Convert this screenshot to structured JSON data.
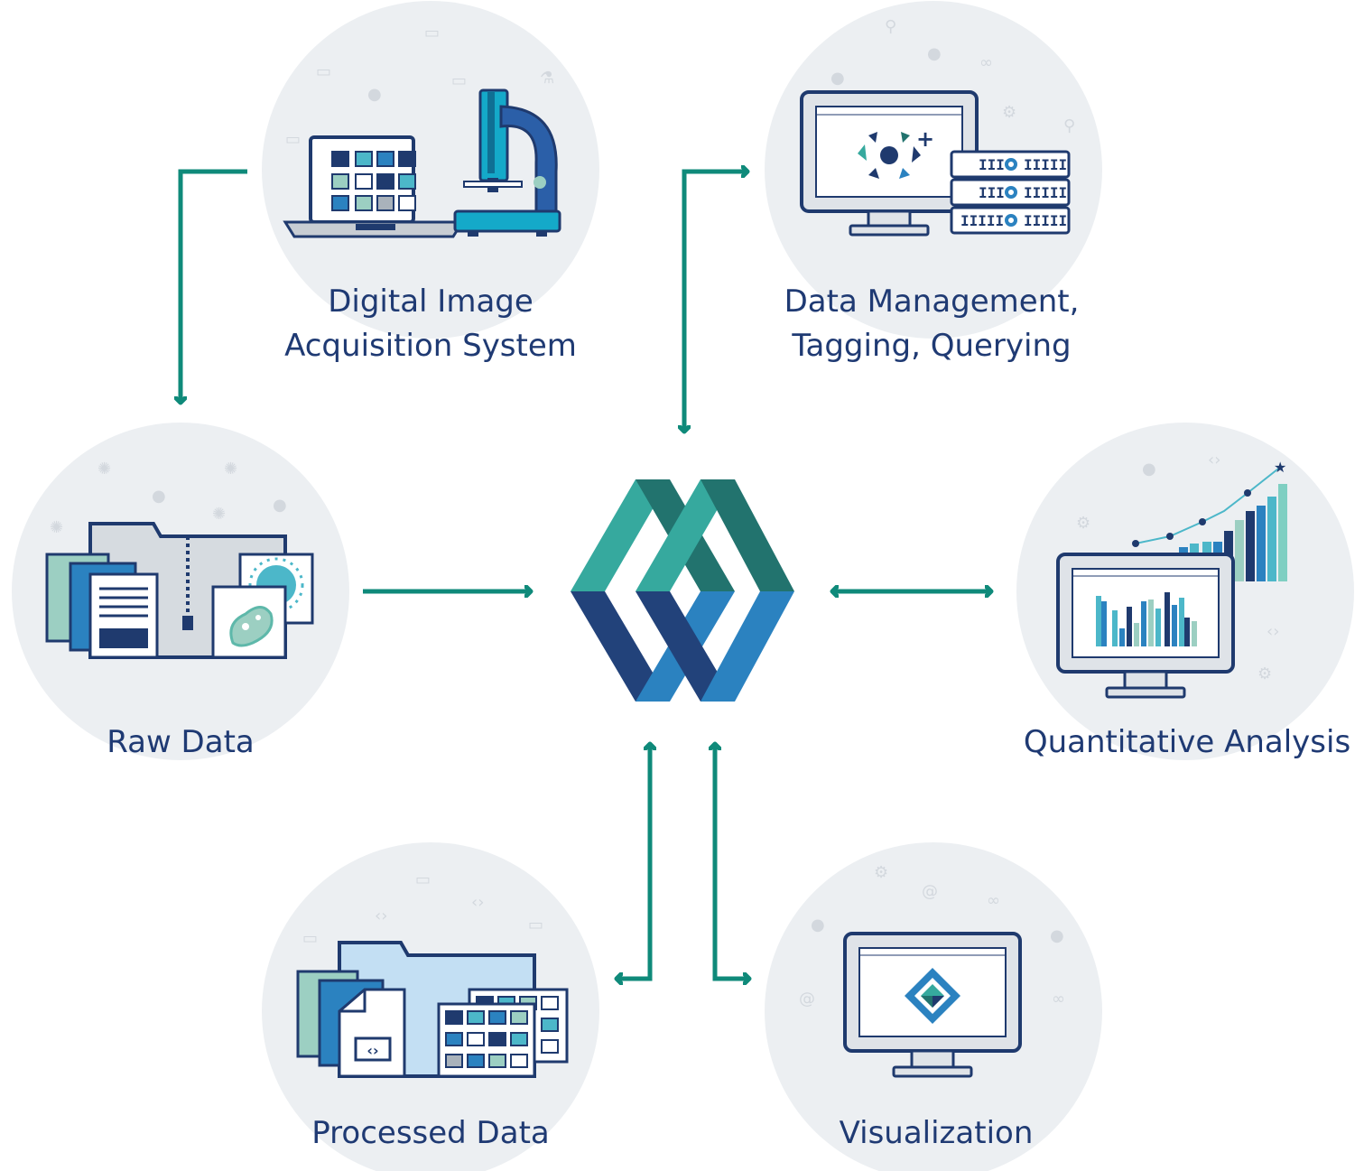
{
  "nodes": {
    "acquisition": {
      "line1": "Digital Image",
      "line2": "Acquisition System",
      "icon": "laptop-microscope-icon"
    },
    "data_management": {
      "line1": "Data Management,",
      "line2": "Tagging, Querying",
      "icon": "monitor-server-icon"
    },
    "raw_data": {
      "label": "Raw Data",
      "icon": "folder-raw-files-icon"
    },
    "quantitative_analysis": {
      "label": "Quantitative Analysis",
      "icon": "monitor-bar-chart-icon"
    },
    "processed_data": {
      "label": "Processed Data",
      "icon": "folder-processed-files-icon"
    },
    "visualization": {
      "label": "Visualization",
      "icon": "monitor-diamond-icon"
    }
  },
  "hub": {
    "icon": "platform-logo-icon"
  },
  "colors": {
    "circle_bg": "#eceff2",
    "arrow": "#0f8a7a",
    "label_text": "#1f3a73",
    "logo_teal": "#36a99e",
    "logo_dark_teal": "#22736e",
    "logo_navy": "#22427a",
    "logo_blue": "#2b82c0",
    "outline_navy": "#1f3a6e",
    "accent_cyan": "#14a9c9"
  },
  "connections": [
    {
      "from": "acquisition",
      "to": "raw_data",
      "direction": "one-way"
    },
    {
      "from": "raw_data",
      "to": "hub",
      "direction": "one-way"
    },
    {
      "from": "hub",
      "to": "data_management",
      "direction": "two-way"
    },
    {
      "from": "hub",
      "to": "quantitative_analysis",
      "direction": "two-way"
    },
    {
      "from": "hub",
      "to": "processed_data",
      "direction": "two-way"
    },
    {
      "from": "hub",
      "to": "visualization",
      "direction": "two-way"
    }
  ]
}
